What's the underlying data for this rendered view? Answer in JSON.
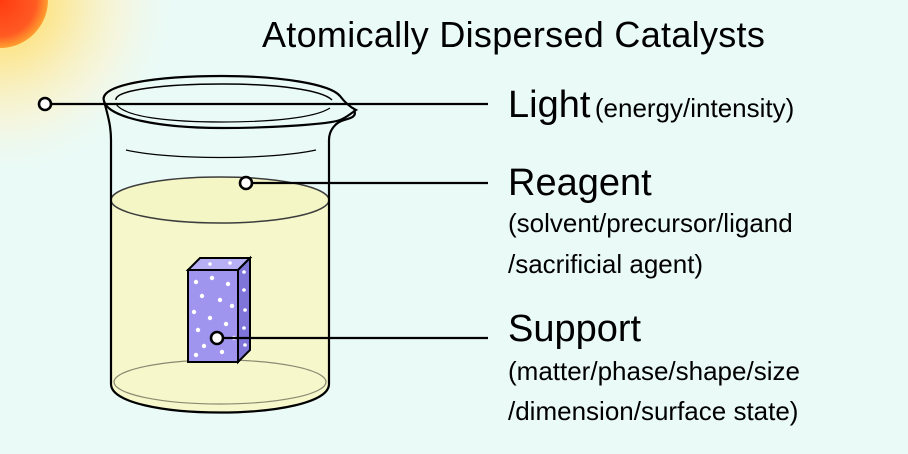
{
  "title": "Atomically Dispersed Catalysts",
  "labels": {
    "light": {
      "title": "Light",
      "detail": "(energy/intensity)"
    },
    "reagent": {
      "title": "Reagent",
      "detail_line1": "(solvent/precursor/ligand",
      "detail_line2": "/sacrificial agent)"
    },
    "support": {
      "title": "Support",
      "detail_line1": "(matter/phase/shape/size",
      "detail_line2": "/dimension/surface state)"
    }
  },
  "colors": {
    "background": "#eafaf6",
    "sun": "#ff4a1f",
    "liquid": "#f6f8cc",
    "support_block": "#9f95ef",
    "lines": "#000000"
  }
}
